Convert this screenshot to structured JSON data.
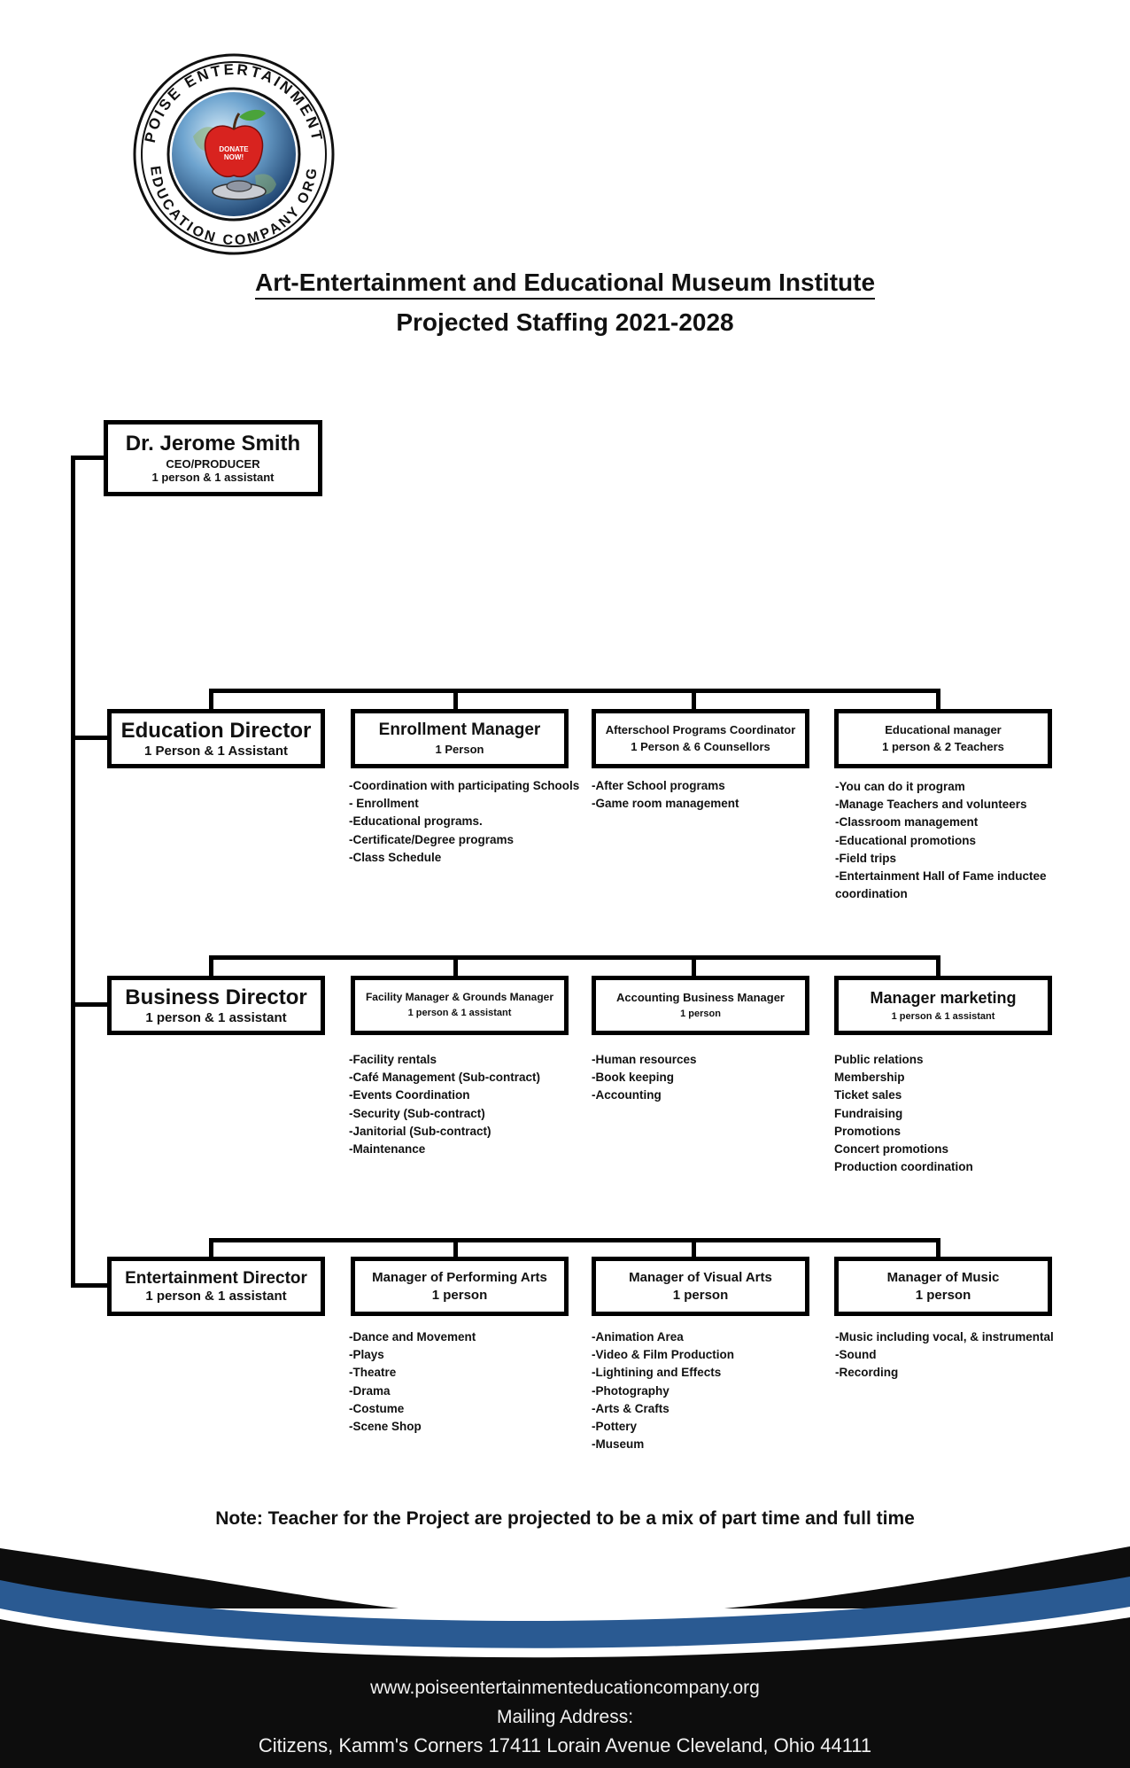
{
  "logo": {
    "ring_top": "POISE ENTERTAINMENT",
    "ring_bottom": "EDUCATION COMPANY ORG",
    "apple_text_1": "DONATE",
    "apple_text_2": "NOW!"
  },
  "title": "Art-Entertainment and Educational Museum Institute",
  "subtitle": "Projected Staffing 2021-2028",
  "ceo": {
    "name": "Dr. Jerome Smith",
    "role": "CEO/PRODUCER",
    "staff": "1 person & 1 assistant"
  },
  "rows": [
    {
      "director": {
        "name": "Education Director",
        "staff": "1 Person & 1 Assistant"
      },
      "managers": [
        {
          "name": "Enrollment Manager",
          "staff": "1 Person",
          "duties": [
            "-Coordination with participating Schools",
            "- Enrollment",
            "-Educational programs.",
            "-Certificate/Degree programs",
            "-Class Schedule"
          ]
        },
        {
          "name": "Afterschool Programs Coordinator",
          "staff": "1 Person & 6 Counsellors",
          "duties": [
            "-After School programs",
            "-Game room management"
          ]
        },
        {
          "name": "Educational manager",
          "staff": "1 person & 2 Teachers",
          "duties": [
            "-You can do it program",
            "-Manage Teachers and volunteers",
            "-Classroom management",
            "-Educational promotions",
            "-Field trips",
            "-Entertainment Hall of Fame inductee",
            "coordination"
          ]
        }
      ]
    },
    {
      "director": {
        "name": "Business Director",
        "staff": "1 person & 1 assistant"
      },
      "managers": [
        {
          "name": "Facility Manager & Grounds Manager",
          "staff": "1 person & 1 assistant",
          "duties": [
            "-Facility rentals",
            "-Café Management (Sub-contract)",
            "-Events Coordination",
            "-Security (Sub-contract)",
            "-Janitorial (Sub-contract)",
            "-Maintenance"
          ]
        },
        {
          "name": "Accounting Business Manager",
          "staff": "1 person",
          "duties": [
            "-Human resources",
            "-Book keeping",
            "-Accounting"
          ]
        },
        {
          "name": "Manager marketing",
          "staff": "1 person & 1 assistant",
          "duties": [
            "Public relations",
            "Membership",
            "Ticket sales",
            "Fundraising",
            "Promotions",
            "Concert promotions",
            "Production coordination"
          ]
        }
      ]
    },
    {
      "director": {
        "name": "Entertainment Director",
        "staff": "1 person & 1 assistant"
      },
      "managers": [
        {
          "name": "Manager of Performing Arts",
          "staff": "1 person",
          "duties": [
            "-Dance and Movement",
            "-Plays",
            "-Theatre",
            "-Drama",
            "-Costume",
            "-Scene Shop"
          ]
        },
        {
          "name": "Manager of Visual Arts",
          "staff": "1 person",
          "duties": [
            "-Animation Area",
            "-Video & Film Production",
            "-Lightining and Effects",
            "-Photography",
            "-Arts & Crafts",
            "-Pottery",
            "-Museum"
          ]
        },
        {
          "name": "Manager of Music",
          "staff": "1 person",
          "duties": [
            "-Music including vocal, & instrumental",
            "-Sound",
            "-Recording"
          ]
        }
      ]
    }
  ],
  "note": "Note: Teacher for the Project are projected to be a mix of part time and full time",
  "footer": {
    "website": "www.poiseentertainmenteducationcompany.org",
    "mailing_label": "Mailing Address:",
    "address": "Citizens, Kamm's Corners 17411 Lorain Avenue Cleveland, Ohio 44111"
  },
  "colors": {
    "line": "#000000",
    "accent_blue": "#2a5a92",
    "footer_bg": "#0d0d0d"
  }
}
